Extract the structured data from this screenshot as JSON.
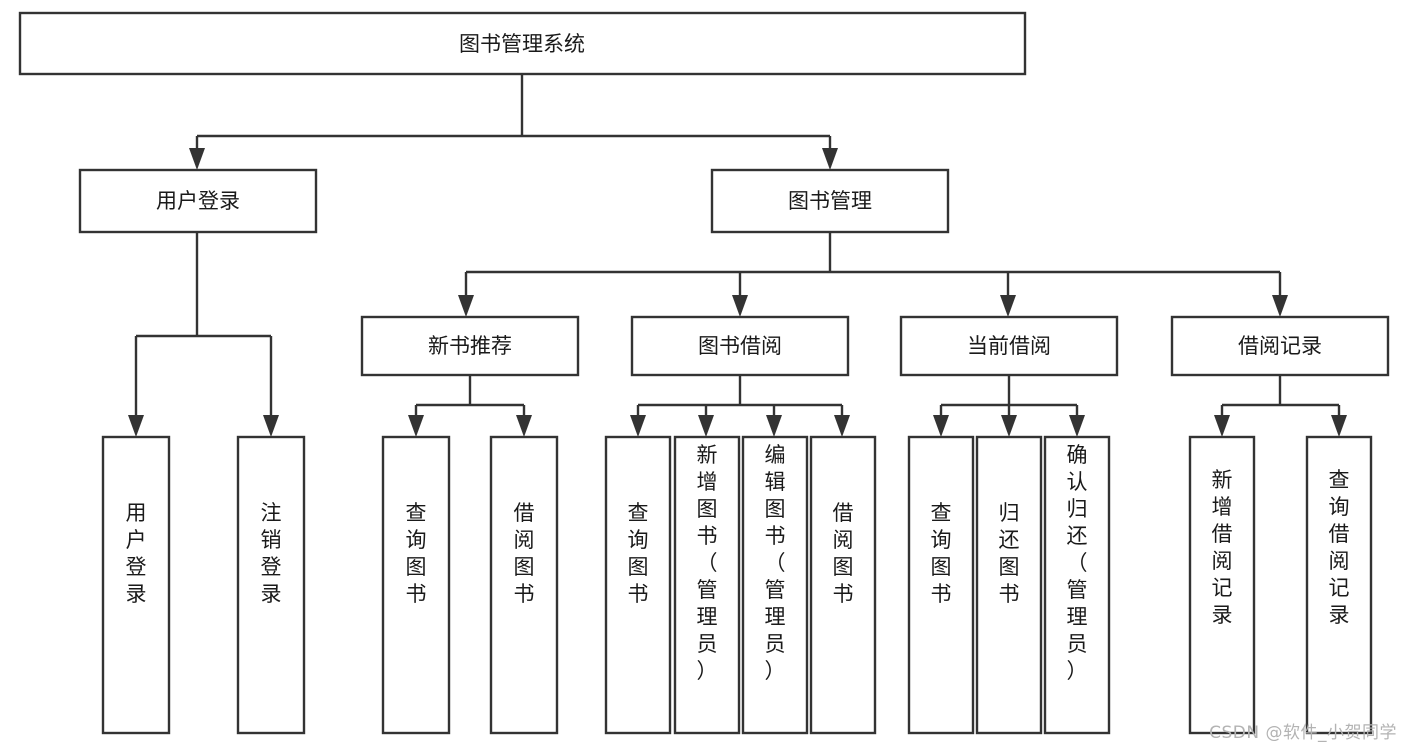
{
  "diagram": {
    "type": "tree-hierarchy-functional-decomposition",
    "root": {
      "id": "root",
      "label": "图书管理系统"
    },
    "level2": [
      {
        "id": "user-login",
        "label": "用户登录"
      },
      {
        "id": "book-manage",
        "label": "图书管理"
      }
    ],
    "level3": [
      {
        "id": "new-book-recommend",
        "label": "新书推荐",
        "parent": "book-manage"
      },
      {
        "id": "book-borrow",
        "label": "图书借阅",
        "parent": "book-manage"
      },
      {
        "id": "current-borrow",
        "label": "当前借阅",
        "parent": "book-manage"
      },
      {
        "id": "borrow-record",
        "label": "借阅记录",
        "parent": "book-manage"
      }
    ],
    "leaves": [
      {
        "id": "leaf-user-login",
        "label": "用户登录",
        "parent": "user-login"
      },
      {
        "id": "leaf-logout-login",
        "label": "注销登录",
        "parent": "user-login"
      },
      {
        "id": "leaf-query-book-1",
        "label": "查询图书",
        "parent": "new-book-recommend"
      },
      {
        "id": "leaf-borrow-book-1",
        "label": "借阅图书",
        "parent": "new-book-recommend"
      },
      {
        "id": "leaf-query-book-2",
        "label": "查询图书",
        "parent": "book-borrow"
      },
      {
        "id": "leaf-add-book",
        "label": "新增图书（管理员）",
        "parent": "book-borrow"
      },
      {
        "id": "leaf-edit-book",
        "label": "编辑图书（管理员）",
        "parent": "book-borrow"
      },
      {
        "id": "leaf-borrow-book-2",
        "label": "借阅图书",
        "parent": "book-borrow"
      },
      {
        "id": "leaf-query-book-3",
        "label": "查询图书",
        "parent": "current-borrow"
      },
      {
        "id": "leaf-return-book",
        "label": "归还图书",
        "parent": "current-borrow"
      },
      {
        "id": "leaf-confirm-return",
        "label": "确认归还（管理员）",
        "parent": "current-borrow"
      },
      {
        "id": "leaf-add-record",
        "label": "新增借阅记录",
        "parent": "borrow-record"
      },
      {
        "id": "leaf-query-record",
        "label": "查询借阅记录",
        "parent": "borrow-record"
      }
    ],
    "colors": {
      "box_stroke": "#333333",
      "box_fill": "#ffffff",
      "text": "#1a1a1a",
      "background": "#ffffff",
      "watermark": "#b3b3b3"
    }
  },
  "watermark": {
    "text": "CSDN @软件_小贺同学"
  }
}
